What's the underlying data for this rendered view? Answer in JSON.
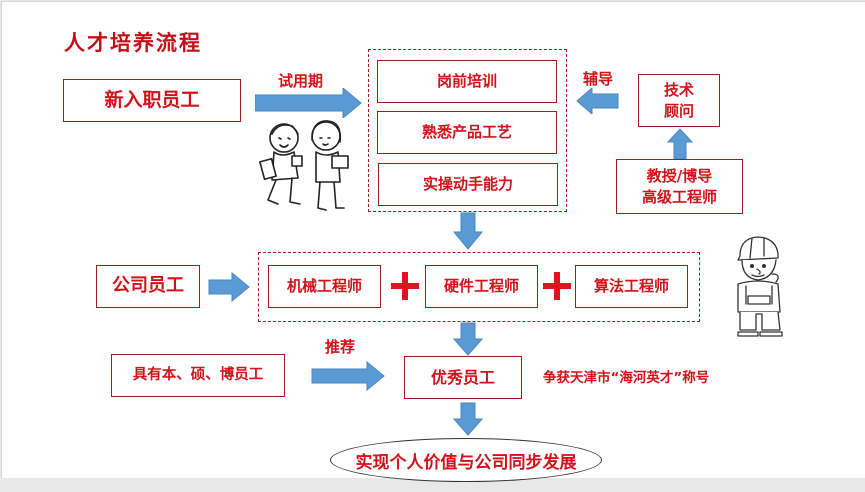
{
  "title": "人才培养流程",
  "new_hire": {
    "box_label": "新入职员工",
    "arrow_label": "试用期"
  },
  "training": {
    "steps": [
      "岗前培训",
      "熟悉产品工艺",
      "实操动手能力"
    ]
  },
  "mentor": {
    "arrow_label": "辅导",
    "tech_advisor": "技术\n顾问",
    "tech_advisor_lines": [
      "技术",
      "顾问"
    ],
    "senior_lines": [
      "教授/博导",
      "高级工程师"
    ]
  },
  "employees": {
    "box_label": "公司员工",
    "roles": [
      "机械工程师",
      "硬件工程师",
      "算法工程师"
    ],
    "plus_symbol": "+"
  },
  "graduates": {
    "box_label": "具有本、硕、博员工",
    "arrow_label": "推荐"
  },
  "excellent": {
    "box_label": "优秀员工",
    "award_text": "争获天津市“海河英才”称号"
  },
  "goal": {
    "label": "实现个人价值与公司同步发展"
  },
  "colors": {
    "text_red": "#d0121b",
    "border_red": "#a31a1a",
    "arrow_blue": "#5b9bd5",
    "plus_red": "#e0141e"
  },
  "illustrations": {
    "students": "two-students-walking-illustration",
    "engineer": "construction-worker-illustration"
  }
}
